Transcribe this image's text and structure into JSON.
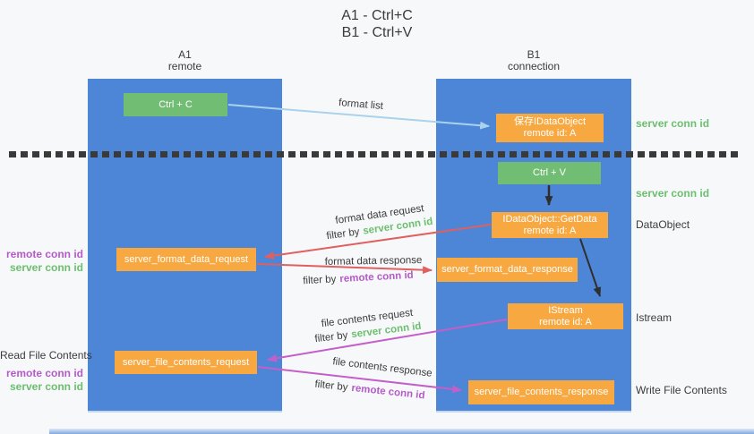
{
  "colors": {
    "background": "#f7f8fa",
    "lane_blue": "#4d86d7",
    "box_green": "#72bd74",
    "box_orange": "#f7a841",
    "text_dark": "#3b3b3b",
    "label_green": "#6cbf6e",
    "label_purple": "#b45bc8",
    "arrow_blue": "#a9d2ec",
    "arrow_red": "#e05f5f",
    "arrow_purple": "#c45fc9",
    "arrow_black": "#2f2f2f",
    "dotted_line": "#3a3a3a"
  },
  "title": {
    "line1": "A1 - Ctrl+C",
    "line2": "B1 - Ctrl+V"
  },
  "lanes": {
    "a1": {
      "name": "A1",
      "subtitle": "remote"
    },
    "b1": {
      "name": "B1",
      "subtitle": "connection"
    }
  },
  "boxes": {
    "ctrl_c": {
      "label": "Ctrl + C"
    },
    "save_idataobject": {
      "line1": "保存IDataObject",
      "line2": "remote id: A"
    },
    "ctrl_v": {
      "label": "Ctrl + V"
    },
    "getdata": {
      "line1": "IDataObject::GetData",
      "line2": "remote id: A"
    },
    "server_format_data_request": {
      "label": "server_format_data_request"
    },
    "server_format_data_response": {
      "label": "server_format_data_response"
    },
    "istream": {
      "line1": "IStream",
      "line2": "remote id: A"
    },
    "server_file_contents_request": {
      "label": "server_file_contents_request"
    },
    "server_file_contents_response": {
      "label": "server_file_contents_response"
    }
  },
  "left_labels": {
    "remote_conn_id_top": "remote conn id",
    "server_conn_id_top": "server conn id",
    "read_file_contents": "Read File Contents",
    "remote_conn_id_bottom": "remote conn id",
    "server_conn_id_bottom": "server conn id"
  },
  "right_labels": {
    "server_conn_id_top": "server conn id",
    "server_conn_id_mid": "server conn id",
    "dataobject": "DataObject",
    "istream": "Istream",
    "write_file_contents": "Write File Contents"
  },
  "arrow_labels": {
    "format_list": "format list",
    "format_data_request": "format data request",
    "format_data_response": "format data response",
    "file_contents_request": "file contents request",
    "file_contents_response": "file contents response",
    "filter_by": "filter by",
    "server_conn_id": "server conn id",
    "remote_conn_id": "remote conn id"
  }
}
